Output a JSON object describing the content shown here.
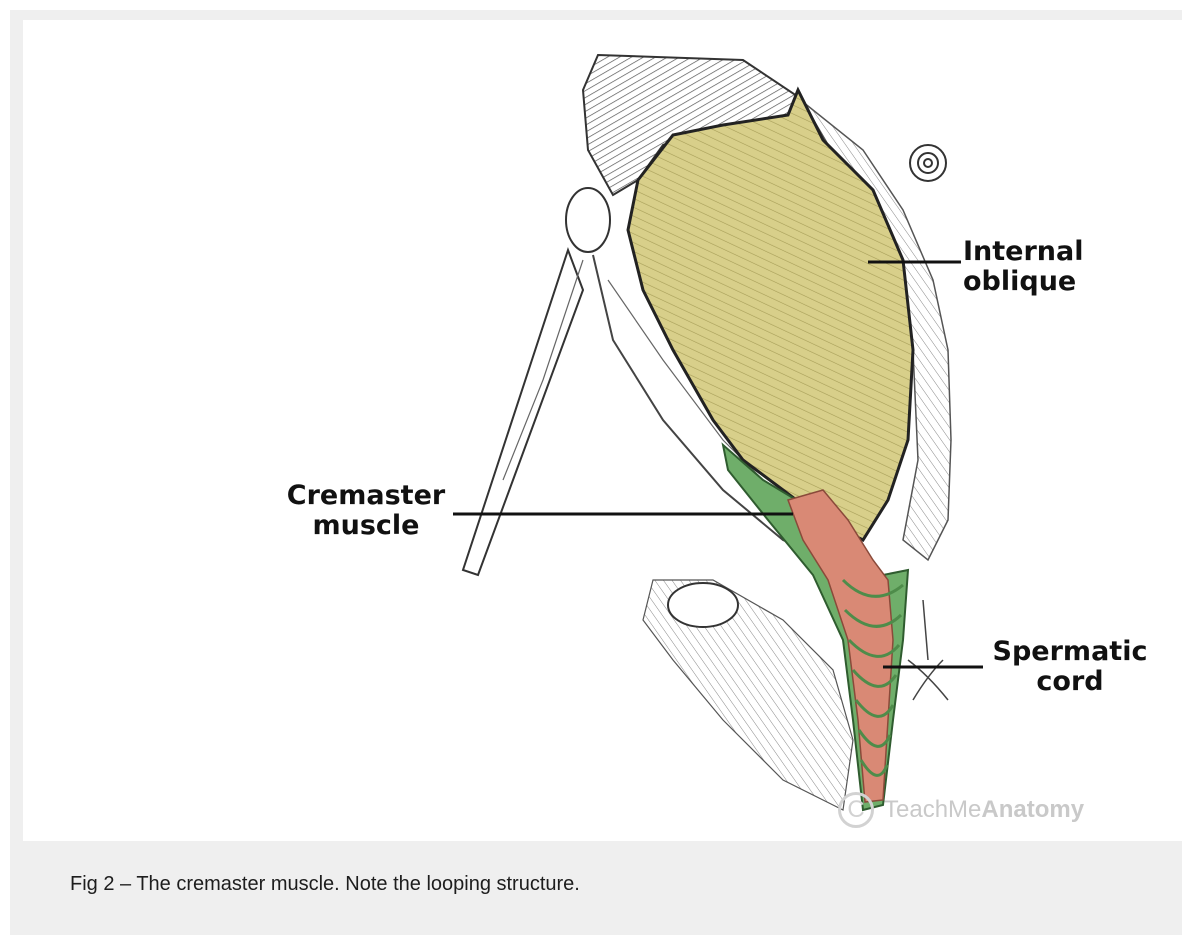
{
  "figure": {
    "labels": {
      "internal_oblique": [
        "Internal",
        "oblique"
      ],
      "cremaster_muscle": [
        "Cremaster",
        "muscle"
      ],
      "spermatic_cord": [
        "Spermatic",
        "cord"
      ]
    },
    "watermark": {
      "symbol": "C",
      "prefix": "TeachMe",
      "suffix": "Anatomy"
    },
    "colors": {
      "internal_oblique": "#d8cf8a",
      "cremaster": "#6fae6a",
      "spermatic_cord": "#d98975",
      "background_panel": "#efefef"
    },
    "caption": "Fig 2 – The cremaster muscle. Note the looping structure."
  }
}
